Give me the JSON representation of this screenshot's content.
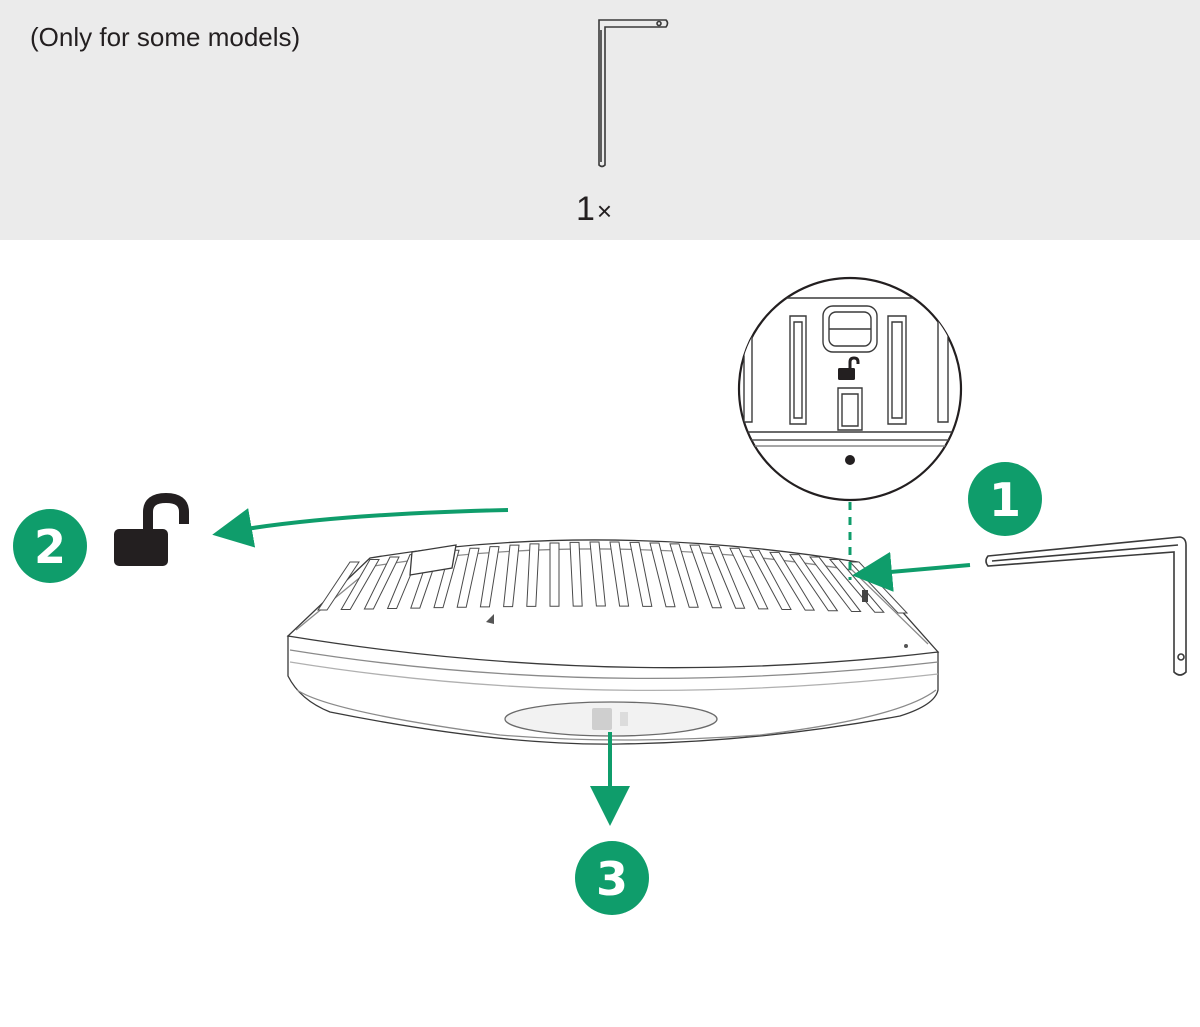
{
  "accessory": {
    "note": "(Only for some models)",
    "quantity": "1",
    "quantity_symbol": "×"
  },
  "steps": [
    {
      "number": "1"
    },
    {
      "number": "2"
    },
    {
      "number": "3"
    }
  ],
  "colors": {
    "panel": "#ebebeb",
    "accent": "#0f9d6b",
    "ink": "#231f20",
    "outline": "#3a3a3a"
  }
}
